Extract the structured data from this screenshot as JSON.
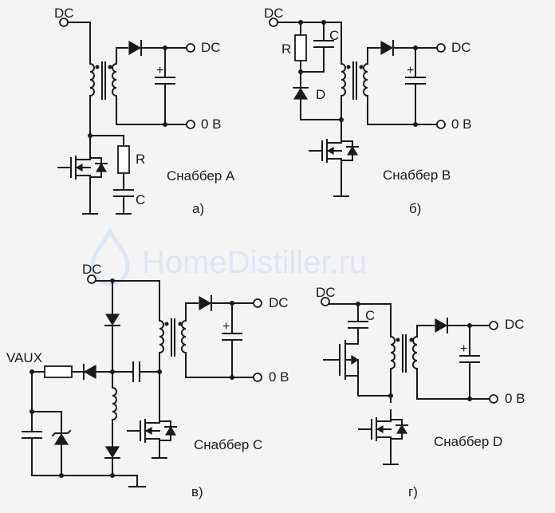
{
  "watermark": "HomeDistiller.ru",
  "colors": {
    "ink": "#1a1a1a",
    "background": "#f4f4f4",
    "watermark": "#dce6f2"
  },
  "panels": {
    "a": {
      "caption": "Снаббер A",
      "letter": "а)",
      "dc_in": "DC",
      "dc_out": "DC",
      "zero": "0 В",
      "r_label": "R",
      "c_label": "C"
    },
    "b": {
      "caption": "Снаббер B",
      "letter": "б)",
      "dc_in": "DC",
      "dc_out": "DC",
      "zero": "0 В",
      "r_label": "R",
      "c_label": "C",
      "d_label": "D"
    },
    "c": {
      "caption": "Снаббер C",
      "letter": "в)",
      "dc_in": "DC",
      "dc_out": "DC",
      "zero": "0 В",
      "vaux": "VAUX"
    },
    "d": {
      "caption": "Снаббер D",
      "letter": "г)",
      "dc_in": "DC",
      "dc_out": "DC",
      "zero": "0 В",
      "c_label": "C"
    }
  }
}
